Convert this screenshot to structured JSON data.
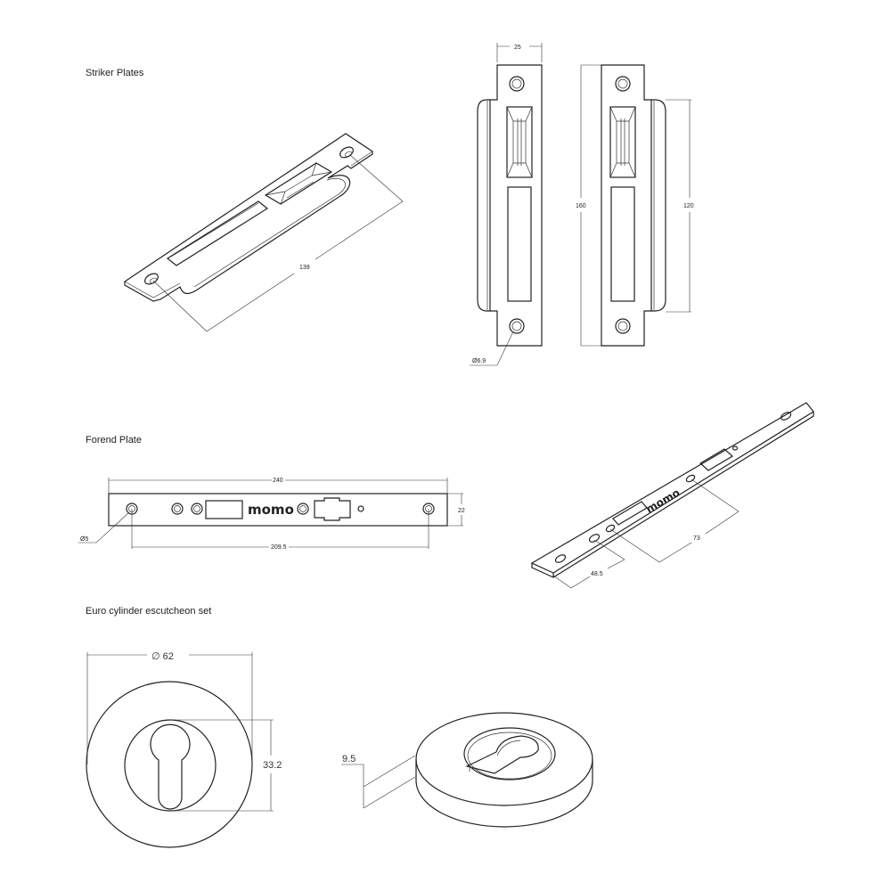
{
  "sections": {
    "striker": "Striker Plates",
    "forend": "Forend Plate",
    "escutcheon": "Euro cylinder escutcheon set"
  },
  "striker_dims": {
    "length_iso": "139",
    "width": "25",
    "height": "160",
    "lip_height": "120",
    "hole_diameter": "Ø6.9"
  },
  "forend_dims": {
    "length": "240",
    "height": "22",
    "hole_spacing": "209.5",
    "hole_diameter": "Ø5",
    "iso_spacing_a": "73",
    "iso_spacing_b": "48.5"
  },
  "escutcheon_dims": {
    "diameter": "∅ 62",
    "cylinder_height": "33.2",
    "thickness": "9.5"
  },
  "brand": "momo",
  "colors": {
    "line": "#222222",
    "background": "#ffffff"
  }
}
